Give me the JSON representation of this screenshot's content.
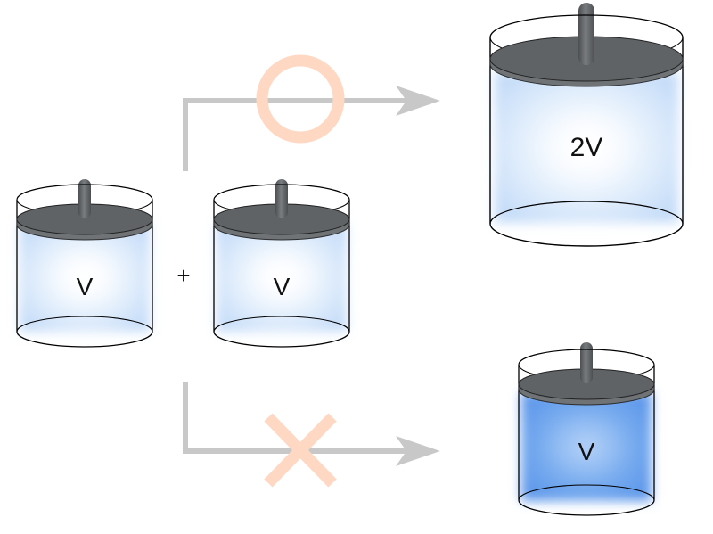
{
  "labels": {
    "cyl_left": "V",
    "plus": "+",
    "cyl_middle": "V",
    "cyl_top_right": "2V",
    "cyl_bottom_right": "V"
  },
  "symbols": {
    "upper_path": "circle-icon",
    "lower_path": "cross-icon"
  },
  "colors": {
    "arrow": "#c8c8c8",
    "symbol": "#ffd8c4",
    "gas_light": "#d2e6fb",
    "gas_dense": "#7aaef0",
    "piston": "#6e7275",
    "rod": "#5c5f62",
    "outline": "#000000"
  }
}
